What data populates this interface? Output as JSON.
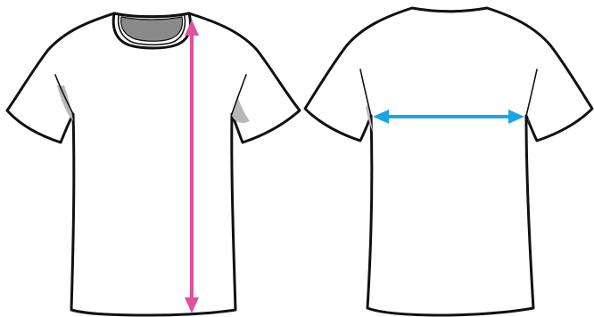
{
  "diagram": {
    "type": "tshirt-size-guide",
    "views": [
      {
        "name": "front",
        "measurement": "length",
        "arrow_orientation": "vertical"
      },
      {
        "name": "back",
        "measurement": "chest-width",
        "arrow_orientation": "horizontal"
      }
    ],
    "colors": {
      "background": "#ffffff",
      "outline": "#111111",
      "shirt_fill": "#ffffff",
      "fold_shadow": "#b8b8b8",
      "collar_inner": "#8a8a8a",
      "length_arrow": "#e0529a",
      "chest_arrow": "#1aa6e4"
    }
  }
}
